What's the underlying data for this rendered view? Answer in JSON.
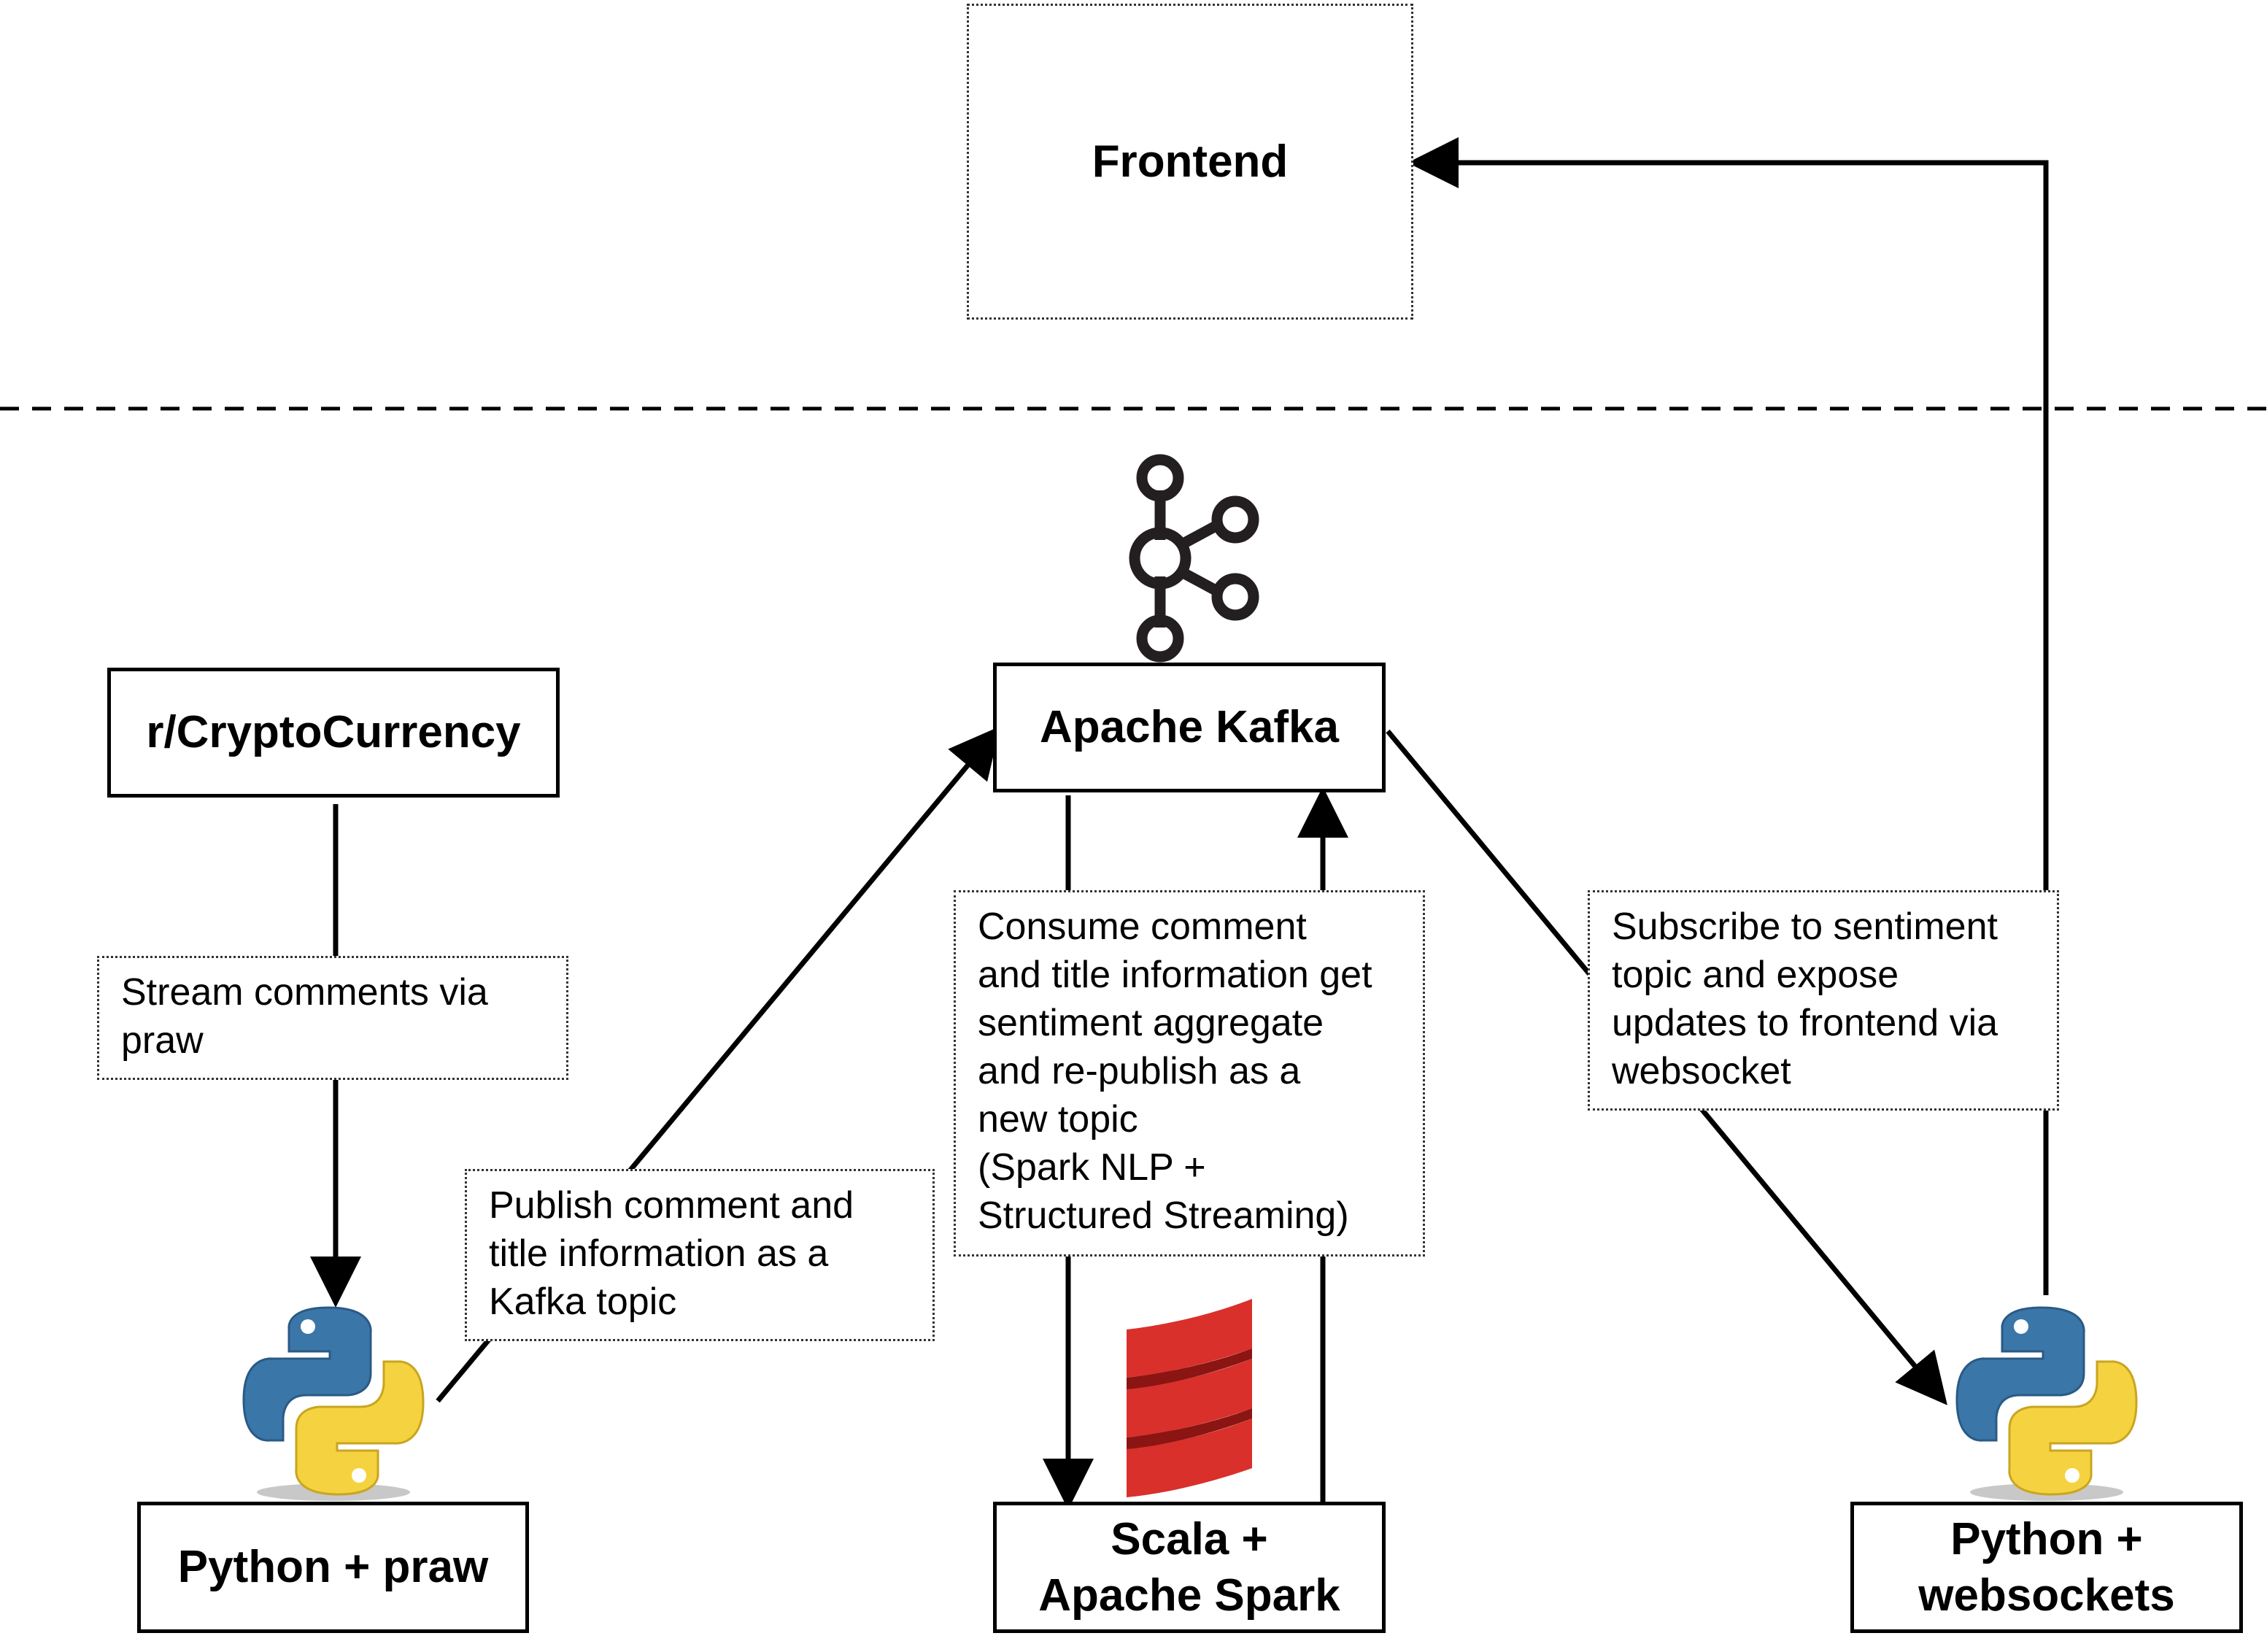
{
  "nodes": {
    "frontend": "Frontend",
    "reddit": "r/CryptoCurrency",
    "kafka": "Apache Kafka",
    "python_praw": "Python + praw",
    "scala_spark": "Scala +\nApache Spark",
    "python_websockets": "Python +\nwebsockets"
  },
  "notes": {
    "stream": "Stream comments via\npraw",
    "publish": "Publish comment and\ntitle information as a\nKafka topic",
    "consume": "Consume comment\nand title information get\nsentiment aggregate\nand re-publish as a\nnew topic\n(Spark NLP +\nStructured Streaming)",
    "subscribe": "Subscribe to sentiment\ntopic and expose\nupdates to frontend via\nwebsocket"
  },
  "icons": {
    "kafka": "kafka-logo-icon",
    "python_left": "python-logo-icon",
    "python_right": "python-logo-icon",
    "scala": "scala-logo-icon"
  },
  "colors": {
    "line": "#000000",
    "python_blue": "#3b76a8",
    "python_yellow": "#f5d23f",
    "scala_red": "#d9302c",
    "kafka_dark": "#231f20"
  }
}
